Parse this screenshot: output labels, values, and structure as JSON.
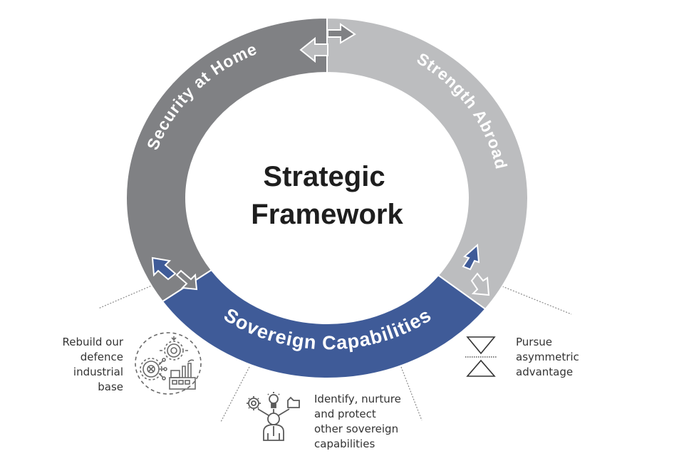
{
  "diagram": {
    "center_title": [
      "Strategic",
      "Framework"
    ],
    "segments": [
      {
        "id": "security-at-home",
        "label": "Security at Home",
        "color": "#808184"
      },
      {
        "id": "strength-abroad",
        "label": "Strength Abroad",
        "color": "#bcbdbf"
      },
      {
        "id": "sovereign-capabilities",
        "label": "Sovereign Capabilities",
        "color": "#3f5b98"
      }
    ],
    "connectors": [
      {
        "between": [
          "security-at-home",
          "strength-abroad"
        ],
        "type": "bidirectional-arrow-icon"
      },
      {
        "between": [
          "security-at-home",
          "sovereign-capabilities"
        ],
        "type": "bidirectional-arrow-icon"
      },
      {
        "between": [
          "strength-abroad",
          "sovereign-capabilities"
        ],
        "type": "bidirectional-arrow-icon"
      }
    ],
    "pillars": [
      {
        "text": [
          "Rebuild our",
          "defence",
          "industrial",
          "base"
        ],
        "icon": "factory-gears-icon"
      },
      {
        "text": [
          "Identify, nurture",
          "and protect",
          "other sovereign",
          "capabilities"
        ],
        "icon": "person-ideas-icon"
      },
      {
        "text": [
          "Pursue",
          "asymmetric",
          "advantage"
        ],
        "icon": "hourglass-triangles-icon"
      }
    ]
  }
}
